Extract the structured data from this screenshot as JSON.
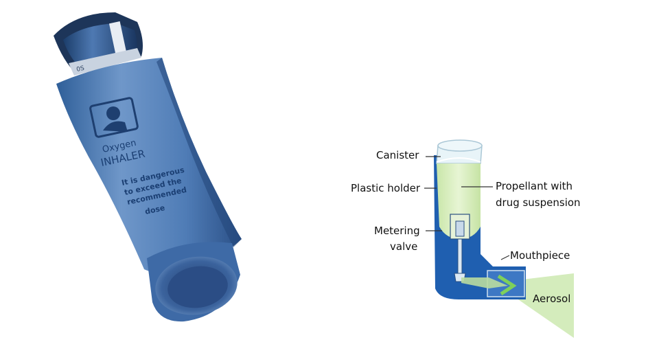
{
  "photo": {
    "logo_text_1": "Oxygen",
    "logo_text_2": "INHALER",
    "warning_lines": [
      "It is dangerous",
      "to exceed the",
      "recommended",
      "dose"
    ]
  },
  "diagram": {
    "labels": {
      "canister": "Canister",
      "plastic_holder": "Plastic holder",
      "propellant_line1": "Propellant with",
      "propellant_line2": "drug suspension",
      "metering_line1": "Metering",
      "metering_line2": "valve",
      "mouthpiece": "Mouthpiece",
      "aerosol": "Aerosol"
    },
    "colors": {
      "holder_blue": "#1f5fb0",
      "canister_fill": "#dcefc4",
      "canister_outline": "#e8f4f8",
      "aerosol_green": "#d4ecbc"
    }
  }
}
